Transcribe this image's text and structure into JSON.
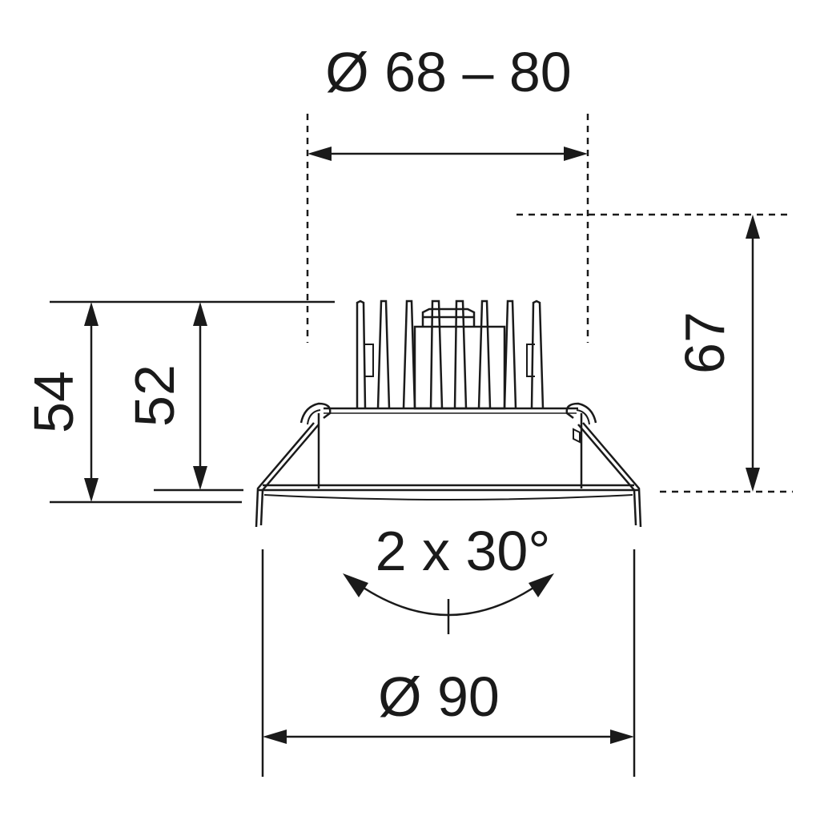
{
  "drawing": {
    "labels": {
      "cutout_diameter": "Ø 68 – 80",
      "outer_diameter": "Ø 90",
      "tilt": "2 x 30°",
      "height_total": "67",
      "height_54": "54",
      "height_52": "52"
    },
    "colors": {
      "line": "#1a1a1a",
      "background": "#ffffff"
    }
  }
}
